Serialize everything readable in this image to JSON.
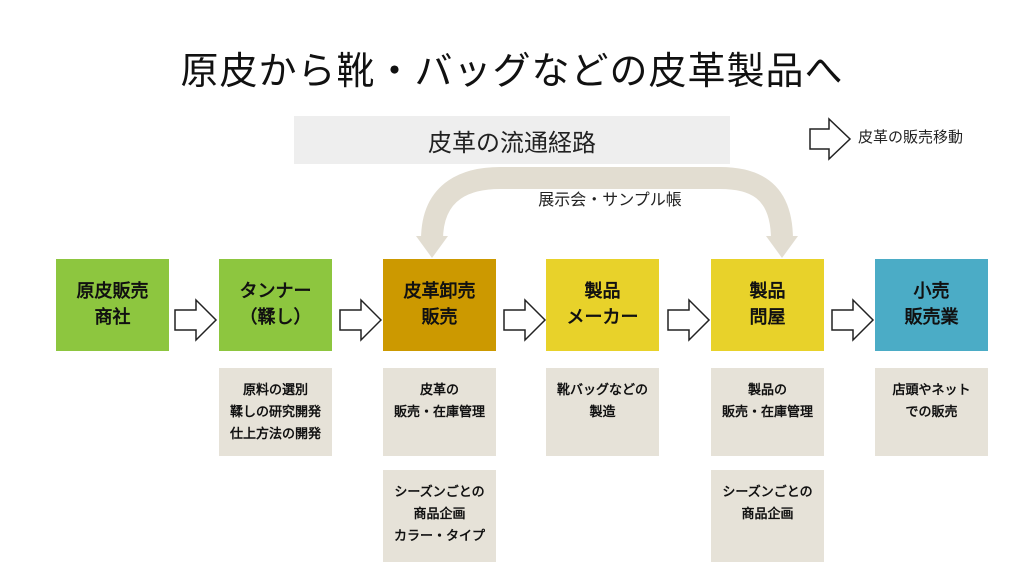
{
  "title": "原皮から靴・バッグなどの皮革製品へ",
  "subtitle": "皮革の流通経路",
  "legend": {
    "label": "皮革の販売移動",
    "icon": "hollow-arrow-icon"
  },
  "arc_label": "展示会・サンプル帳",
  "colors": {
    "stage1": "#8dc63f",
    "stage2": "#8dc63f",
    "stage3": "#cc9900",
    "stage4": "#e8d22a",
    "stage5": "#e8d22a",
    "stage6": "#4bacc6",
    "note_bg": "#e6e2d8",
    "arc": "#e2ddd1"
  },
  "stages": [
    {
      "lines": [
        "原皮販売",
        "商社"
      ]
    },
    {
      "lines": [
        "タンナー",
        "（鞣し）"
      ]
    },
    {
      "lines": [
        "皮革卸売",
        "販売"
      ]
    },
    {
      "lines": [
        "製品",
        "メーカー"
      ]
    },
    {
      "lines": [
        "製品",
        "問屋"
      ]
    },
    {
      "lines": [
        "小売",
        "販売業"
      ]
    }
  ],
  "notes": {
    "tanner": [
      "原料の選別",
      "鞣しの研究開発",
      "仕上方法の開発"
    ],
    "wholesale_1": [
      "皮革の",
      "販売・在庫管理"
    ],
    "wholesale_2": [
      "シーズンごとの",
      "商品企画",
      "カラー・タイプ"
    ],
    "maker": [
      "靴バッグなどの",
      "製造"
    ],
    "tonya_1": [
      "製品の",
      "販売・在庫管理"
    ],
    "tonya_2": [
      "シーズンごとの",
      "商品企画"
    ],
    "retail": [
      "店頭やネット",
      "での販売"
    ]
  }
}
